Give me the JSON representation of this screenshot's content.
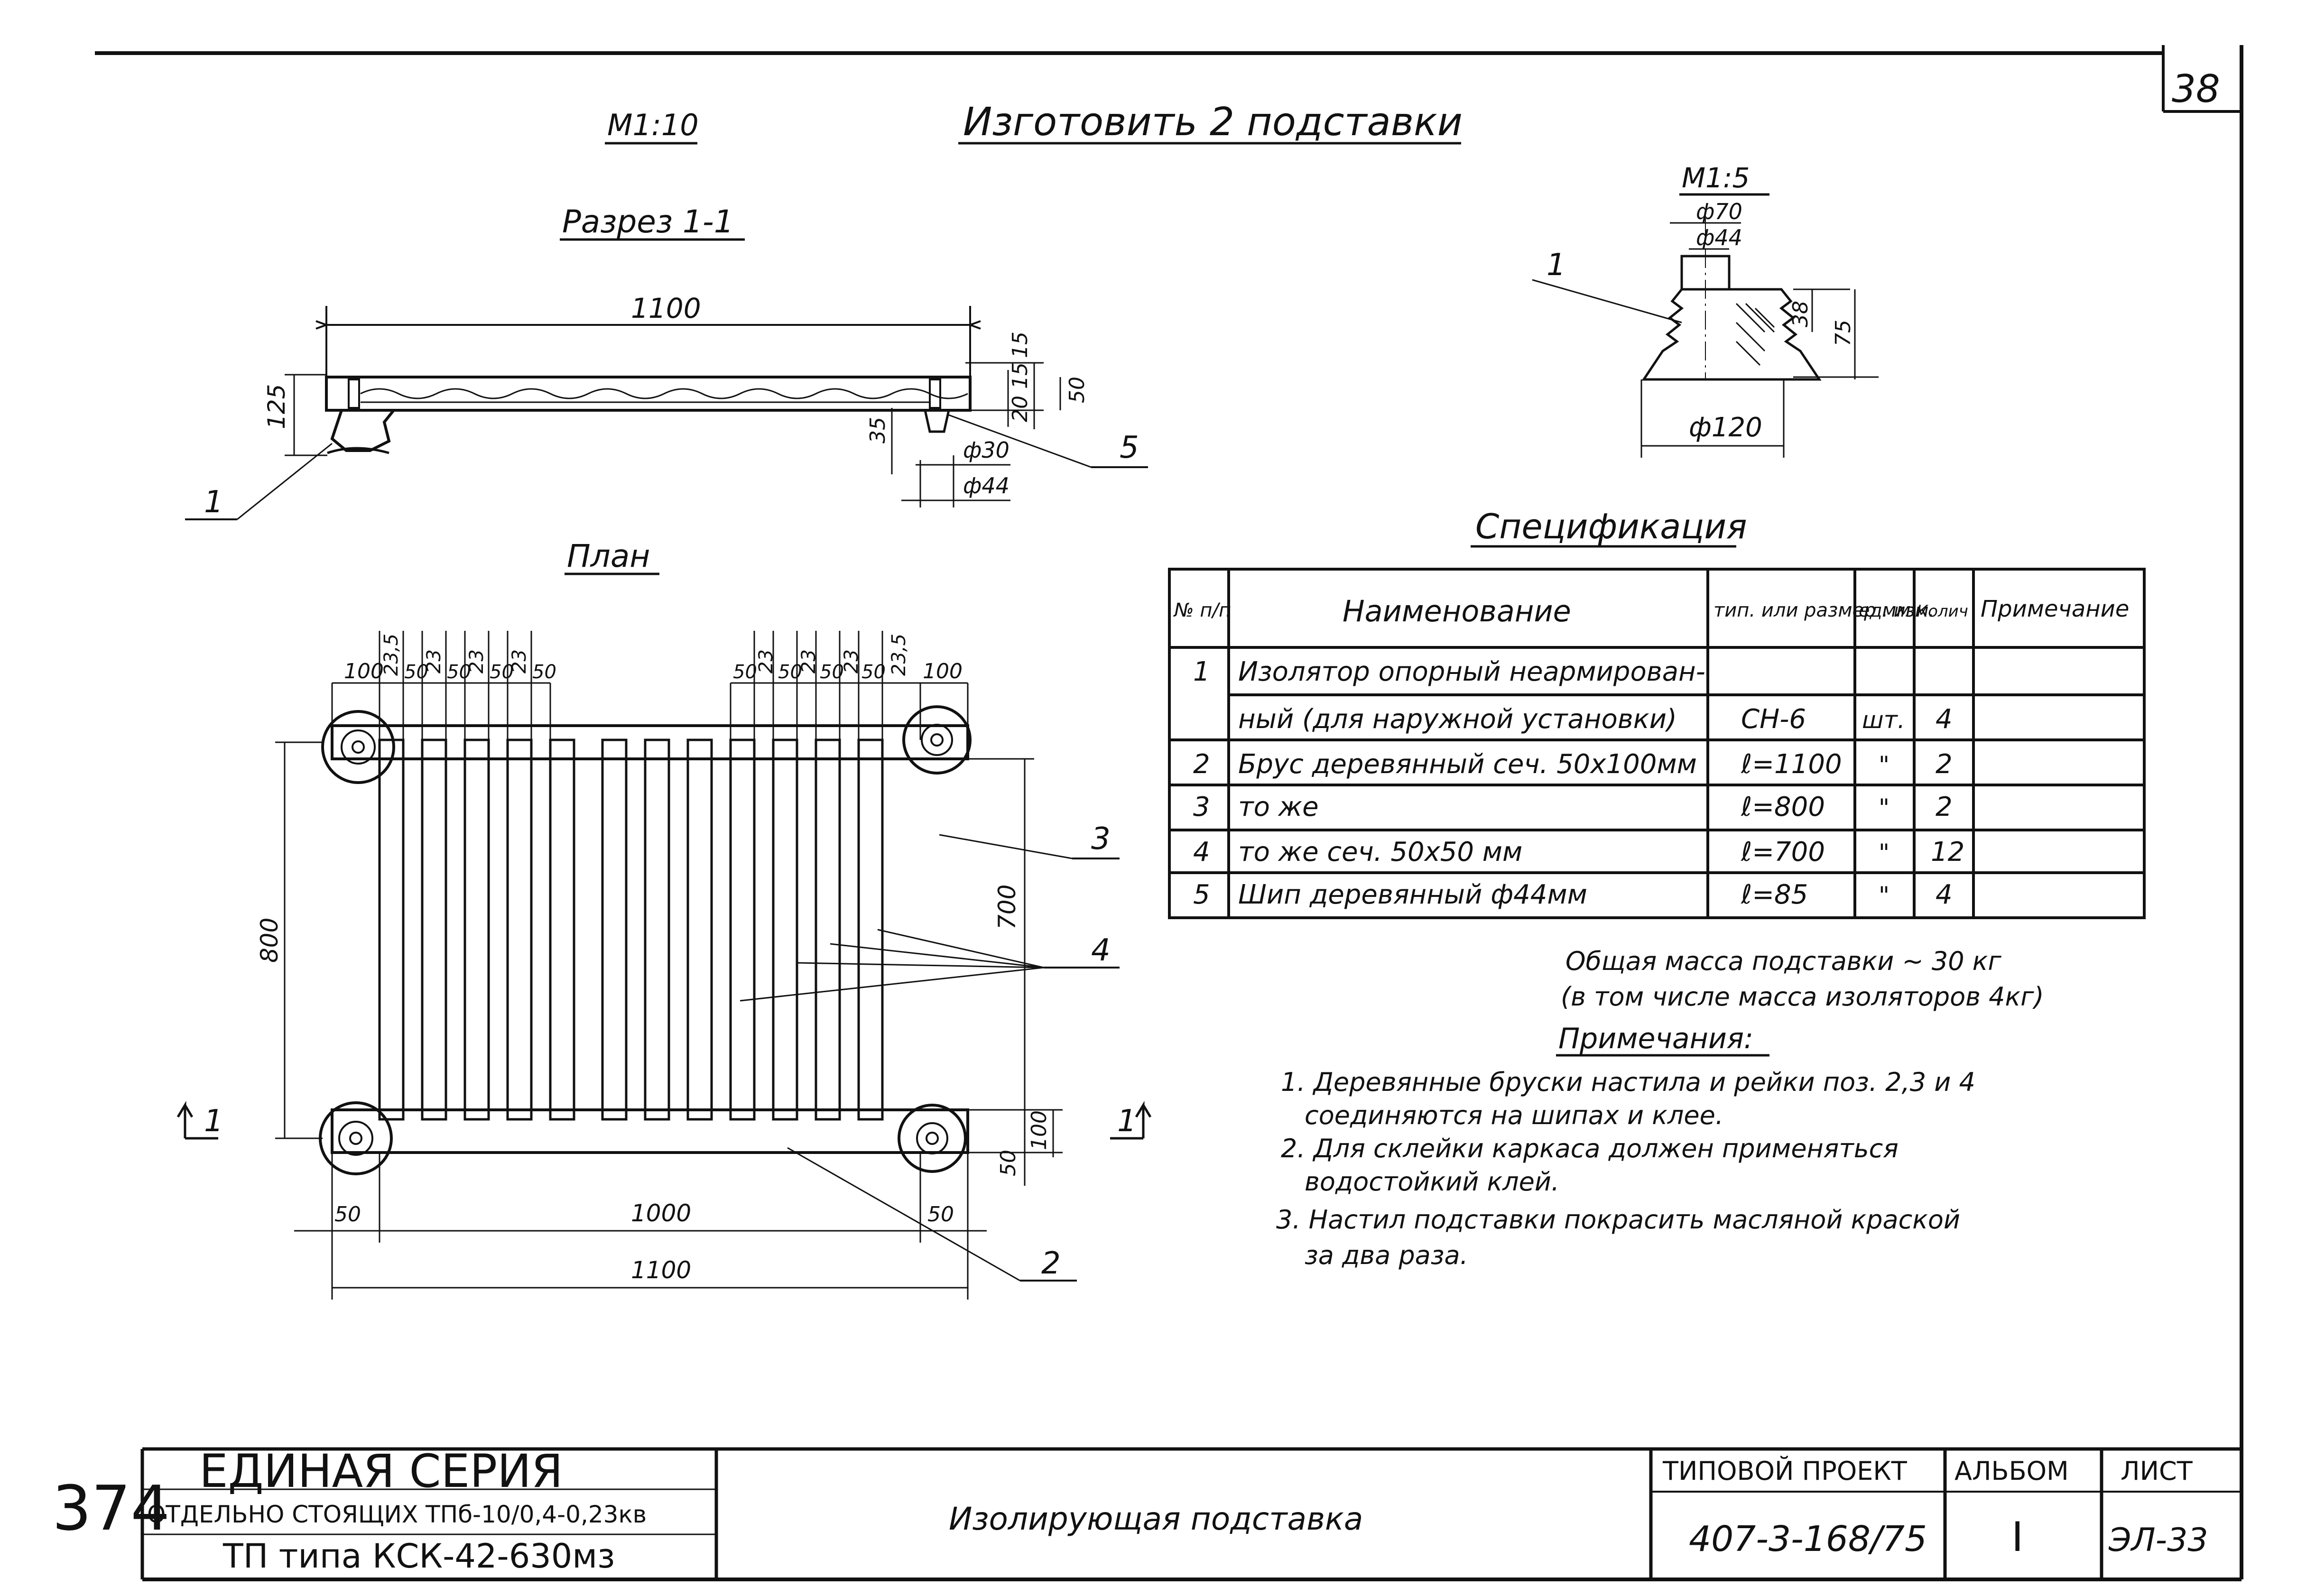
{
  "sheet_number": "38",
  "header": {
    "scale_main": "М1:10",
    "title": "Изготовить 2 подставки",
    "section_title": "Разрез 1-1",
    "plan_title": "План",
    "detail_scale": "М1:5"
  },
  "section": {
    "length": "1100",
    "height": "125",
    "dims_right": [
      "15",
      "15",
      "20",
      "50"
    ],
    "dim_35": "35",
    "dia_30": "ф30",
    "dia_44": "ф44",
    "callout_1": "1",
    "callout_5": "5"
  },
  "detail": {
    "dia_70": "ф70",
    "dia_44": "ф44",
    "dia_120": "ф120",
    "h_38": "38",
    "h_75": "75",
    "callout_1": "1"
  },
  "plan": {
    "top_dims_left": [
      "100",
      "23,5",
      "50",
      "23",
      "50",
      "23",
      "50",
      "23",
      "50"
    ],
    "top_dims_right": [
      "50",
      "23",
      "50",
      "23",
      "50",
      "23",
      "50",
      "23,5",
      "100"
    ],
    "width_800": "800",
    "width_700": "700",
    "dim_50_right": "50",
    "dim_100_right": "100",
    "bottom_50_left": "50",
    "bottom_1000": "1000",
    "bottom_50_right": "50",
    "bottom_1100": "1100",
    "callout_2": "2",
    "callout_3": "3",
    "callout_4": "4",
    "section_mark": "1"
  },
  "spec": {
    "title": "Спецификация",
    "headers": [
      "№ п/п",
      "Наименование",
      "тип. или размер мм",
      "ед. изм.",
      "Колич",
      "Примечание"
    ],
    "rows": [
      {
        "n": "1",
        "name": "Изолятор опорный неармирован-",
        "type": "",
        "unit": "",
        "qty": "",
        "note": ""
      },
      {
        "n": "",
        "name": "ный (для наружной установки)",
        "type": "СН-6",
        "unit": "шт.",
        "qty": "4",
        "note": ""
      },
      {
        "n": "2",
        "name": "Брус деревянный сеч. 50х100мм",
        "type": "ℓ=1100",
        "unit": "\"",
        "qty": "2",
        "note": ""
      },
      {
        "n": "3",
        "name": "то же",
        "type": "ℓ=800",
        "unit": "\"",
        "qty": "2",
        "note": ""
      },
      {
        "n": "4",
        "name": "то же сеч. 50х50 мм",
        "type": "ℓ=700",
        "unit": "\"",
        "qty": "12",
        "note": ""
      },
      {
        "n": "5",
        "name": "Шип деревянный ф44мм",
        "type": "ℓ=85",
        "unit": "\"",
        "qty": "4",
        "note": ""
      }
    ]
  },
  "mass": {
    "line1": "Общая масса подставки ~ 30 кг",
    "line2": "(в том числе масса изоляторов 4кг)"
  },
  "notes": {
    "title": "Примечания:",
    "lines": [
      "1. Деревянные бруски настила и рейки поз. 2,3 и 4",
      "соединяются на шипах и клее.",
      "2. Для склейки каркаса должен применяться",
      "водостойкий клей.",
      "3. Настил подставки покрасить масляной краской",
      "за два раза."
    ]
  },
  "title_block": {
    "code": "374",
    "series": "ЕДИНАЯ СЕРИЯ",
    "line2": "ОТДЕЛЬНО СТОЯЩИХ ТПб-10/0,4-0,23кв",
    "line3": "ТП типа КСК-42-630мз",
    "drawing_name": "Изолирующая подставка",
    "project_label": "ТИПОВОЙ ПРОЕКТ",
    "project_value": "407-3-168/75",
    "album_label": "АЛЬБОМ",
    "album_value": "I",
    "sheet_label": "ЛИСТ",
    "sheet_value": "ЭЛ-33"
  }
}
